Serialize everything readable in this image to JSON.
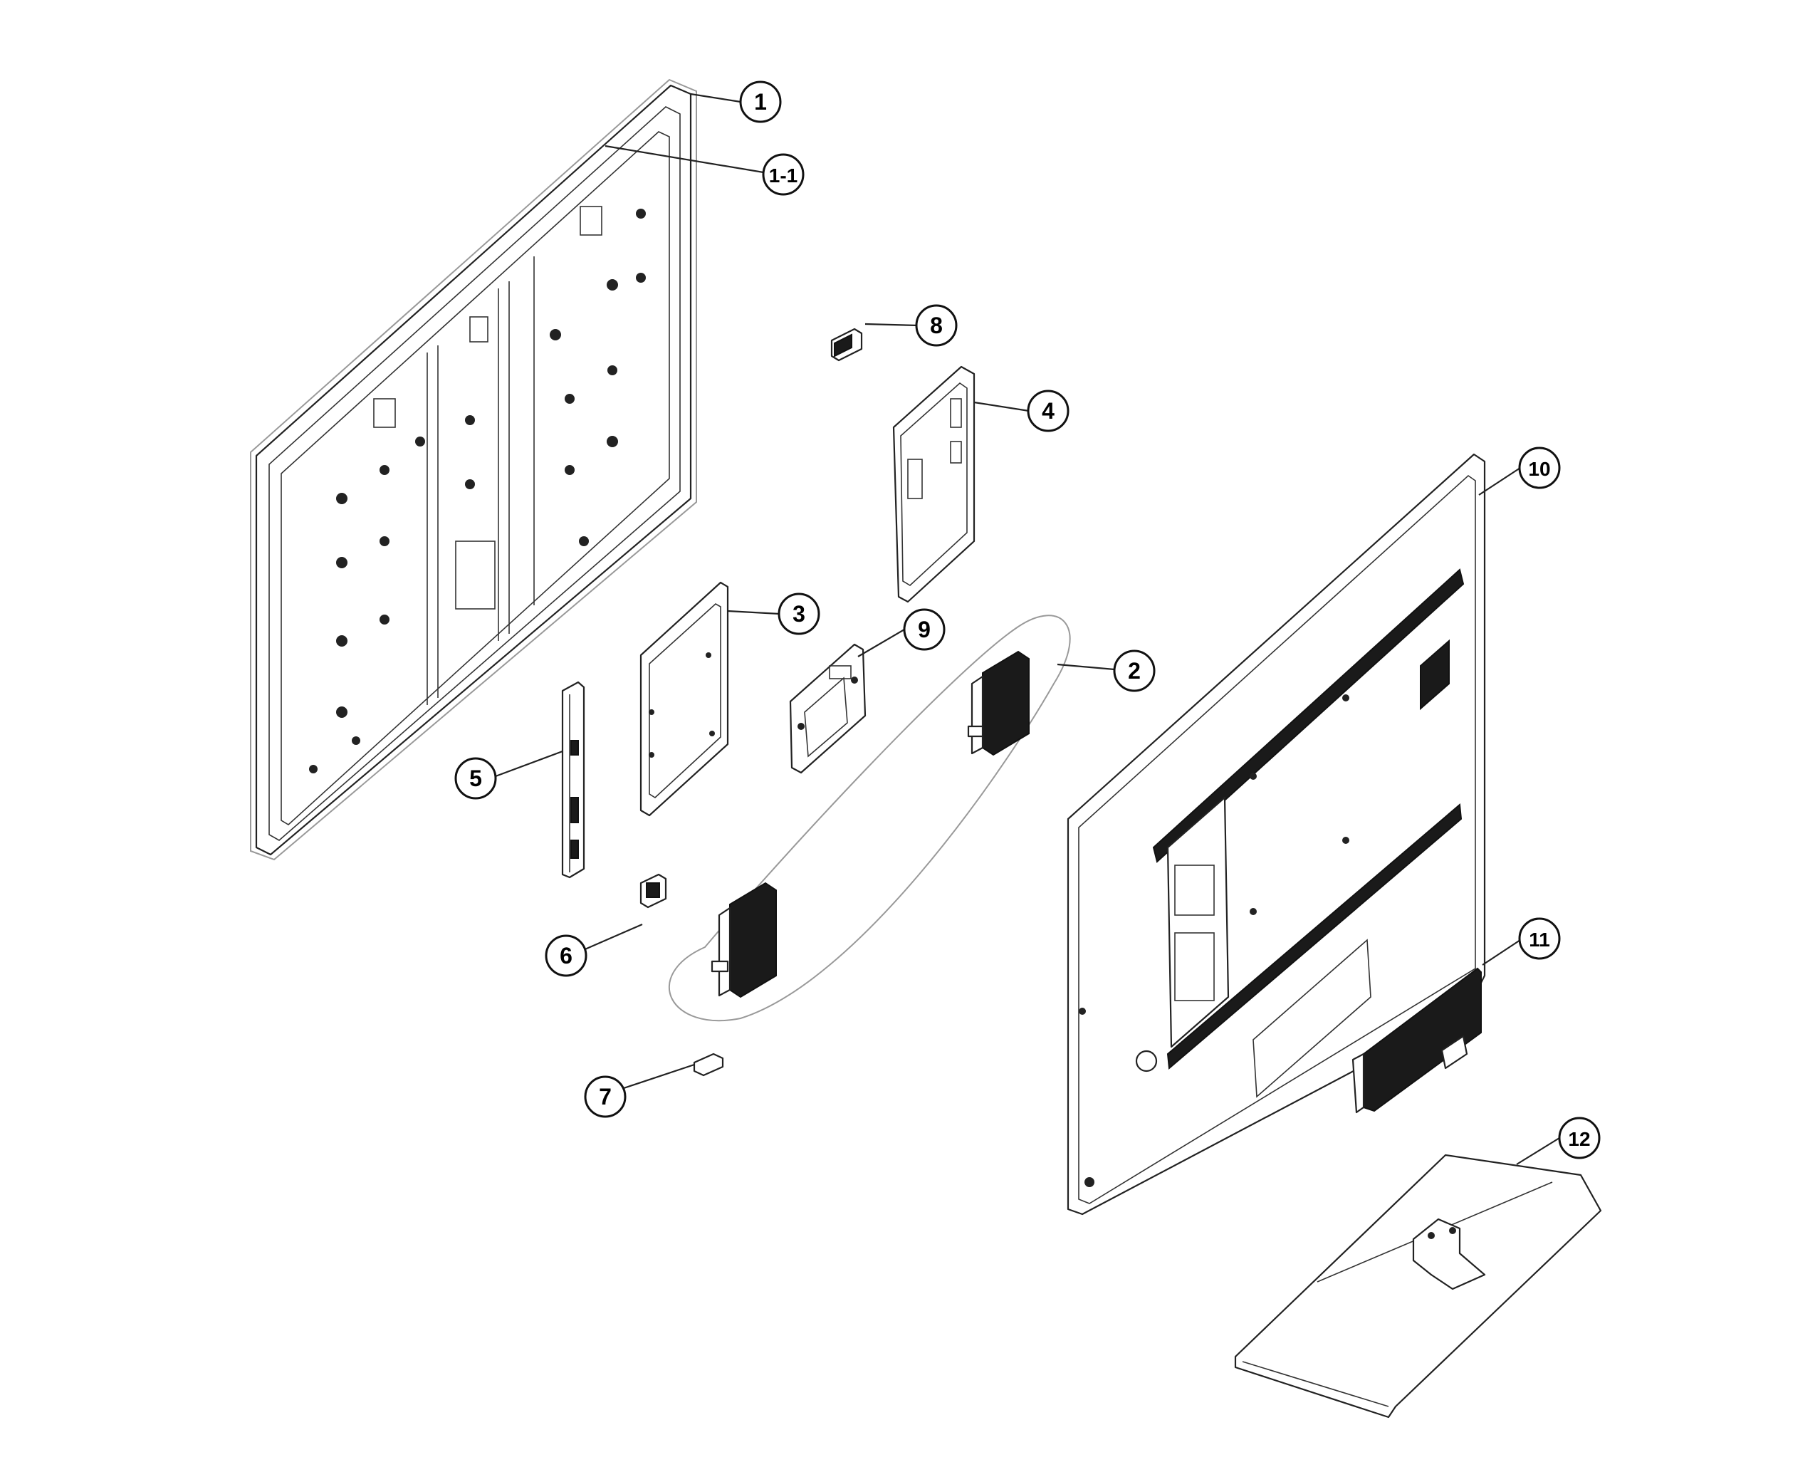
{
  "callouts": [
    {
      "label": "1"
    },
    {
      "label": "1-1"
    },
    {
      "label": "2"
    },
    {
      "label": "3"
    },
    {
      "label": "4"
    },
    {
      "label": "5"
    },
    {
      "label": "6"
    },
    {
      "label": "7"
    },
    {
      "label": "8"
    },
    {
      "label": "9"
    },
    {
      "label": "10"
    },
    {
      "label": "11"
    },
    {
      "label": "12"
    }
  ]
}
